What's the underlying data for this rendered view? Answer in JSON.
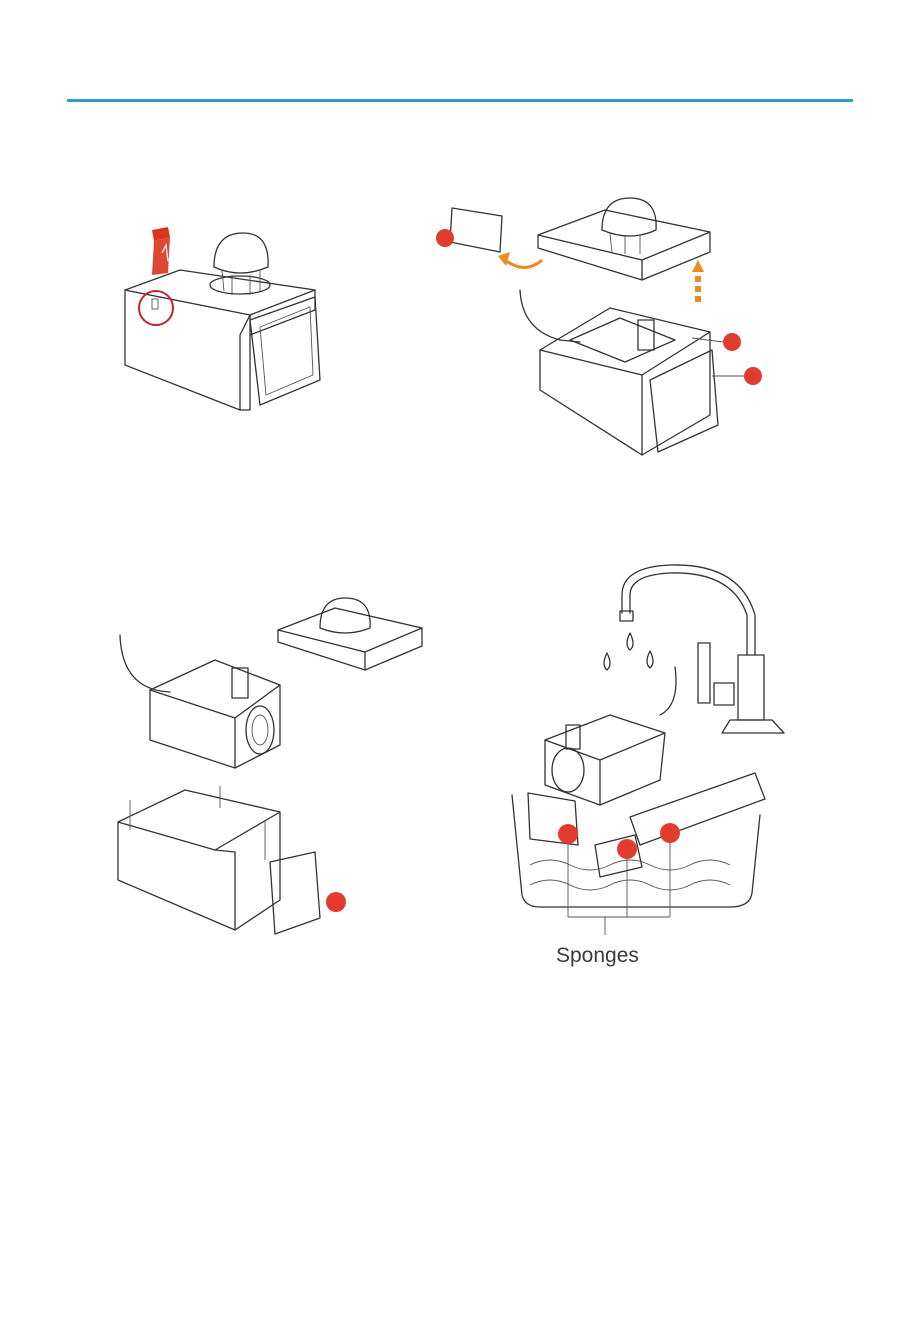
{
  "header": {
    "rule_color": "#2e9ad6"
  },
  "colors": {
    "marker": "#e23c2f",
    "arrow": "#ef8a1e",
    "hand": "#d9341f",
    "line": "#333333"
  },
  "panels": {
    "step1": {
      "icon": "fountain-assembled-icon",
      "markers": 0
    },
    "step2": {
      "icon": "fountain-disassembly-icon",
      "markers": 3
    },
    "step3": {
      "icon": "fountain-parts-icon",
      "markers": 1
    },
    "step4": {
      "icon": "rinse-under-tap-icon",
      "markers": 3,
      "caption": "Sponges"
    }
  }
}
